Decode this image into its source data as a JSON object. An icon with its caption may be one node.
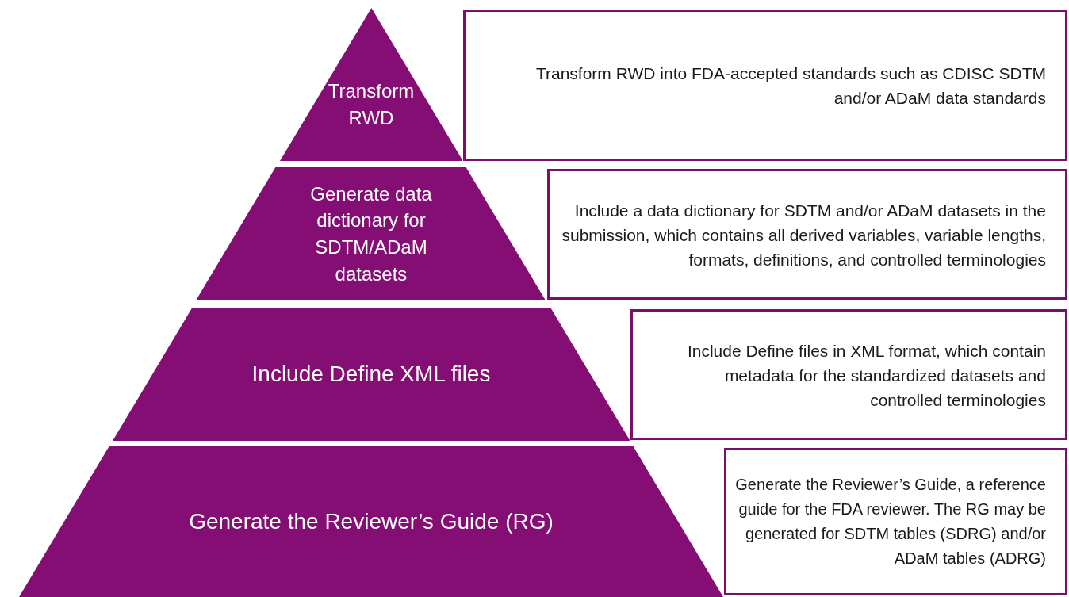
{
  "diagram": {
    "nodes": [
      {
        "text": [
          "Transform RWD"
        ]
      },
      {
        "text": [
          "Transform RWD into FDA-accepted standards such as CDISC SDTM and/or ADaM data standards"
        ]
      },
      {
        "text": [
          "Generate data dictionary for SDTM/ADaM datasets"
        ]
      },
      {
        "text": [
          "Include a data dictionary for SDTM and/or ADaM datasets in the submission, which contains all derived variables, variable lengths, formats, definitions, and controlled terminologies"
        ]
      },
      {
        "text": [
          "Include Define XML files"
        ]
      },
      {
        "text": [
          "Include Define files in XML format, which contain metadata for the standardized datasets and controlled terminologies"
        ]
      },
      {
        "text": [
          "Generate the Reviewer’s Guide (RG)"
        ]
      },
      {
        "text": [
          "Generate the Reviewer’s Guide, a reference guide for the FDA reviewer. The RG may be generated for SDTM tables (SDRG) and/or ADaM tables (ADRG)"
        ]
      }
    ]
  }
}
